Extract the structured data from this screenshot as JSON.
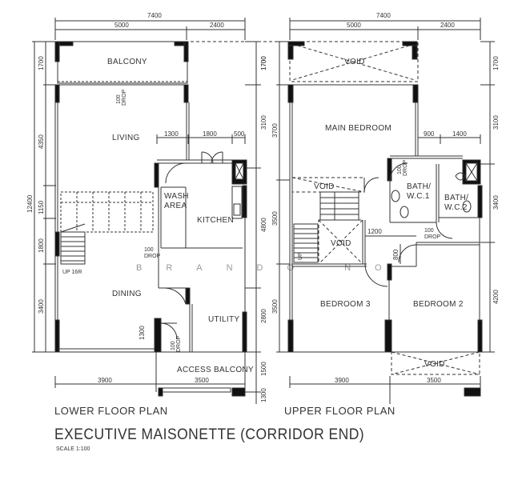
{
  "title": "EXECUTIVE MAISONETTE (CORRIDOR END)",
  "scale": "SCALE 1:100",
  "watermark": "BRANDO NO",
  "lower": {
    "title": "LOWER FLOOR PLAN",
    "dims": {
      "total_w": "7400",
      "w1": "5000",
      "w2": "2400",
      "k1": "1300",
      "k2": "1800",
      "k3": "500",
      "b1": "3900",
      "b2": "3500",
      "l1": "1700",
      "l2": "4350",
      "l3": "1150",
      "l4": "1800",
      "l5": "3400",
      "total_h": "12400",
      "r1": "3100",
      "r2": "4800",
      "r3": "2800",
      "r4": "1500",
      "r5": "1300",
      "util": "1300"
    },
    "rooms": {
      "balcony": "BALCONY",
      "living": "LIVING",
      "wash": "WASH",
      "area": "AREA",
      "kitchen": "KITCHEN",
      "dining": "DINING",
      "utility": "UTILITY",
      "access": "ACCESS BALCONY",
      "up": "UP 16R"
    },
    "drops": {
      "a": "100",
      "b": "DROP",
      "c": "100",
      "d": "DROP",
      "e": "100",
      "f": "DROP"
    }
  },
  "upper": {
    "title": "UPPER FLOOR PLAN",
    "dims": {
      "total_w": "7400",
      "w1": "5000",
      "w2": "2400",
      "b1": "900",
      "b2": "1400",
      "c1": "1200",
      "c2": "800",
      "d1": "3900",
      "d2": "3500",
      "l1": "1700",
      "l2": "3700",
      "l3": "3500",
      "l4": "3500",
      "r1": "3100",
      "r2": "3400",
      "r3": "4200"
    },
    "rooms": {
      "void1": "VOID",
      "void2": "VOID",
      "void3": "VOID",
      "void4": "VOID",
      "master": "MAIN BEDROOM",
      "bath1a": "BATH/",
      "bath1b": "W.C.1",
      "bath2a": "BATH/",
      "bath2b": "W.C.2",
      "bed3": "BEDROOM 3",
      "bed2": "BEDROOM 2",
      "up": "UP"
    },
    "drops": {
      "a": "100",
      "b": "DROP",
      "c": "100",
      "d": "DROP"
    }
  }
}
